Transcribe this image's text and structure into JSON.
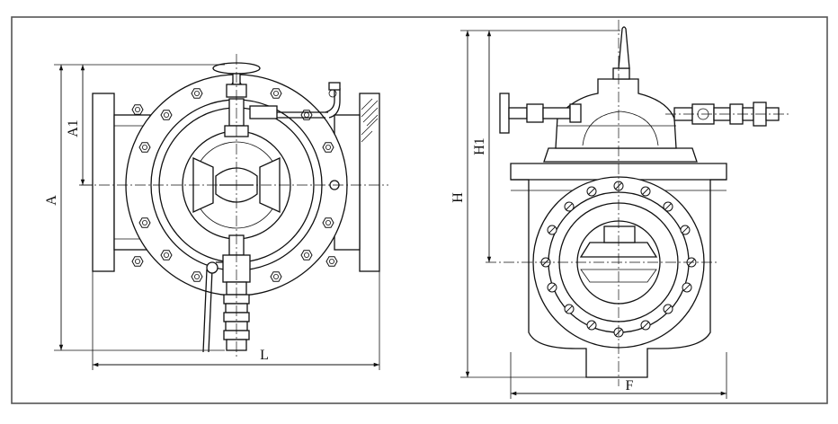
{
  "labels": {
    "front_height": "A",
    "front_height_upper": "A1",
    "front_length": "L",
    "side_height": "H",
    "side_height_upper": "H1",
    "side_width": "F"
  },
  "colors": {
    "line": "#111111",
    "background": "#ffffff",
    "frame": "#555555"
  }
}
